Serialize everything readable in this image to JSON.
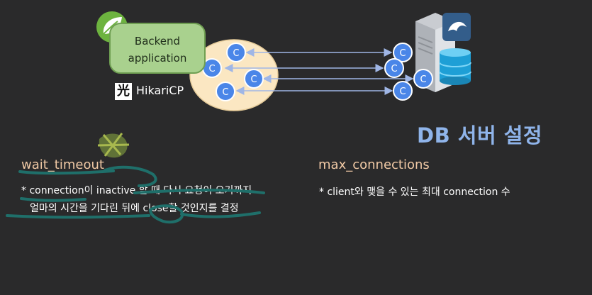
{
  "diagram": {
    "backend_line1": "Backend",
    "backend_line2": "application",
    "hikari_label": "HikariCP",
    "hikari_logo_glyph": "光",
    "connection_glyph": "C",
    "colors": {
      "backend_box": "#a9d18e",
      "pool_ellipse": "#fbe7c2",
      "connection": "#4a86e8",
      "db_title": "#8fb4ea"
    },
    "icons": [
      "spring-leaf-icon",
      "hikaricp-logo-icon",
      "server-icon",
      "mysql-dolphin-icon",
      "database-icon"
    ]
  },
  "db_settings_title": "DB 서버 설정",
  "wait_timeout": {
    "title": "wait_timeout",
    "line1": "* connection이 inactive 할 때 다시 요청이 오기까지",
    "line2": "얼마의 시간을 기다린 뒤에 close할 것인지를 결정"
  },
  "max_connections": {
    "title": "max_connections",
    "line1": "* client와 맺을 수 있는 최대 connection 수"
  }
}
